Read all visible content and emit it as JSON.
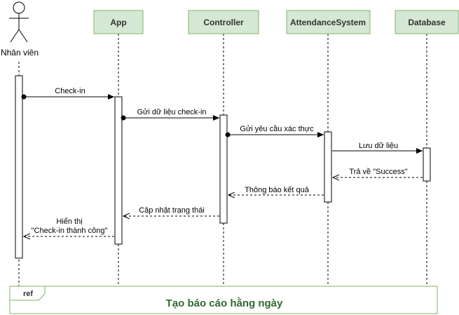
{
  "actor": {
    "label": "Nhân viên"
  },
  "participants": {
    "app": "App",
    "controller": "Controller",
    "attendance": "AttendanceSystem",
    "database": "Database"
  },
  "messages": {
    "m1": "Check-in",
    "m2": "Gửi dữ liệu check-in",
    "m3": "Gửi yêu cầu xác thực",
    "m4": "Lưu dữ liệu",
    "m5": "Trả về \"Success\"",
    "m6": "Thông báo kết quả",
    "m7": "Cập nhật trạng thái",
    "m8_line1": "Hiển thị",
    "m8_line2": "\"Check-in thành công\""
  },
  "ref": {
    "tag": "ref",
    "title": "Tạo báo cáo hằng ngày"
  },
  "colors": {
    "participant_fill": "#d5e8d4",
    "participant_stroke": "#82b366",
    "ref_stroke": "#82b366",
    "ref_title": "#2e6b2e"
  }
}
